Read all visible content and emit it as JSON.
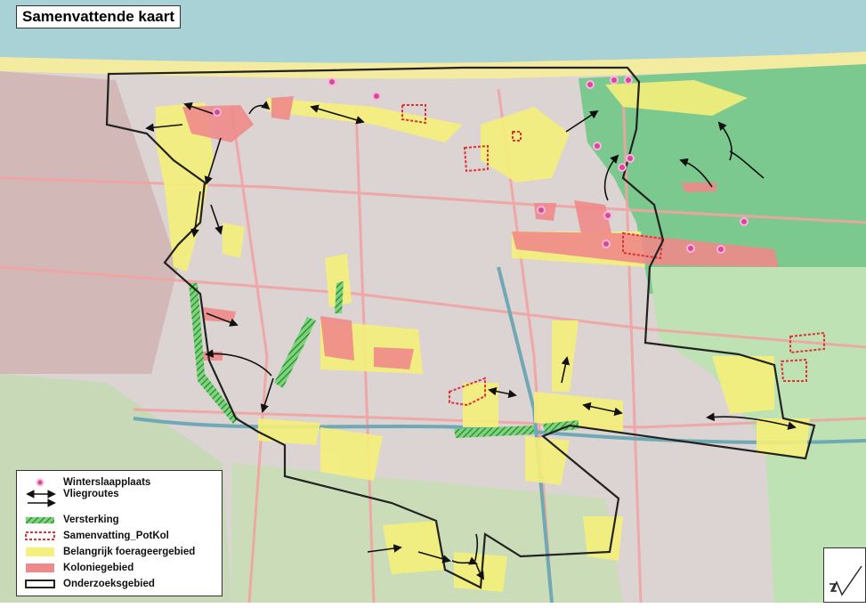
{
  "title": "Samenvattende kaart",
  "legend": {
    "items": [
      {
        "key": "winterslaapplaats",
        "label": "Winterslaapplaats"
      },
      {
        "key": "vliegroutes",
        "label": "Vliegroutes"
      },
      {
        "key": "versterking",
        "label": "Versterking"
      },
      {
        "key": "potkol",
        "label": "Samenvatting_PotKol"
      },
      {
        "key": "foerageer",
        "label": "Belangrijk foerageergebied"
      },
      {
        "key": "kolonie",
        "label": "Koloniegebied"
      },
      {
        "key": "onderzoek",
        "label": "Onderzoeksgebied"
      }
    ]
  },
  "north_arrow": {
    "icon": "north-arrow-icon"
  },
  "colors": {
    "sea": "#a9d2d6",
    "beach": "#f3eba0",
    "dunes": "#6cc48a",
    "urban": "#d8cfd0",
    "foerageer": "#f5f07a",
    "kolonie": "#f08a8a",
    "winterslaap": "#d9479a",
    "potkol": "#e03030",
    "versterking": "#3aa23a",
    "road": "#f2a3a3"
  }
}
